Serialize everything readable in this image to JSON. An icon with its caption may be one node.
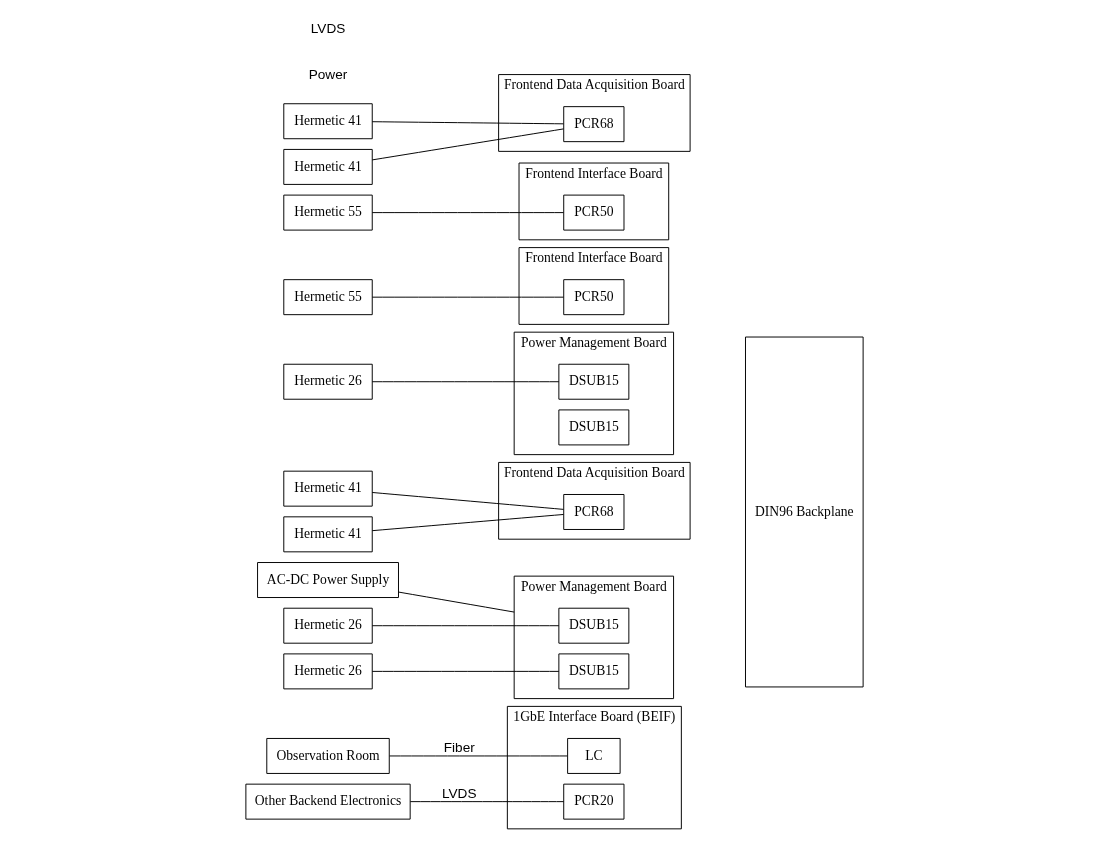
{
  "diagram": {
    "nodes": [
      {
        "text": [
          "Observation Room"
        ]
      },
      {
        "text": [
          "Other Backend Electronics"
        ]
      },
      {
        "text": [
          "AC-DC Power Supply"
        ]
      },
      {
        "text": [
          "1GbE Interface Board (BEIF)"
        ]
      },
      {
        "text": [
          "LC"
        ],
        "in": 3
      },
      {
        "text": [
          "PCR20"
        ],
        "in": 3
      },
      {
        "text": [
          "DIN96 Backplane"
        ]
      },
      {
        "text": [
          "Hermetic 26"
        ]
      },
      {
        "text": [
          "Hermetic 26"
        ]
      },
      {
        "text": [
          "Hermetic 26"
        ]
      },
      {
        "text": [
          "Power Management Board"
        ]
      },
      {
        "text": [
          "DSUB15"
        ],
        "in": 10
      },
      {
        "text": [
          "DSUB15"
        ],
        "in": 10
      },
      {
        "text": [
          "Power Management Board"
        ]
      },
      {
        "text": [
          "DSUB15"
        ],
        "in": 13
      },
      {
        "text": [
          "DSUB15"
        ],
        "in": 13
      },
      {
        "text": [
          "Hermetic 55"
        ]
      },
      {
        "text": [
          "Hermetic 55"
        ]
      },
      {
        "text": [
          "Frontend Interface Board"
        ]
      },
      {
        "text": [
          "PCR50"
        ],
        "in": 18
      },
      {
        "text": [
          "Frontend Interface Board"
        ]
      },
      {
        "text": [
          "PCR50"
        ],
        "in": 20
      },
      {
        "text": [
          "Hermetic 41"
        ]
      },
      {
        "text": [
          "Hermetic 41"
        ]
      },
      {
        "text": [
          "Hermetic 41"
        ]
      },
      {
        "text": [
          "Hermetic 41"
        ]
      },
      {
        "text": [
          "Frontend Data Acquisition Board"
        ]
      },
      {
        "text": [
          "PCR68"
        ],
        "in": 26
      },
      {
        "text": [
          "Frontend Data Acquisition Board"
        ]
      },
      {
        "text": [
          "PCR68"
        ],
        "in": 28
      }
    ],
    "edges": [
      {
        "from": 0,
        "to": 4,
        "arrow": "none",
        "label": "Fiber"
      },
      {
        "from": 1,
        "to": 5,
        "arrow": "none",
        "label": "LVDS"
      },
      {
        "from": 2,
        "to": 10,
        "arrow": "none"
      },
      {
        "from": 7,
        "to": 11,
        "arrow": "none"
      },
      {
        "from": 8,
        "to": 12,
        "arrow": "none"
      },
      {
        "from": 9,
        "to": 14,
        "arrow": "none"
      },
      {
        "from": 16,
        "to": 19,
        "arrow": "none"
      },
      {
        "from": 17,
        "to": 21,
        "arrow": "none"
      },
      {
        "from": 22,
        "to": 27,
        "arrow": "none"
      },
      {
        "from": 23,
        "to": 27,
        "arrow": "none"
      },
      {
        "from": 24,
        "to": 29,
        "arrow": "none"
      },
      {
        "from": 25,
        "to": 29,
        "arrow": "none"
      }
    ],
    "labels": [
      "Power",
      "LVDS"
    ]
  }
}
